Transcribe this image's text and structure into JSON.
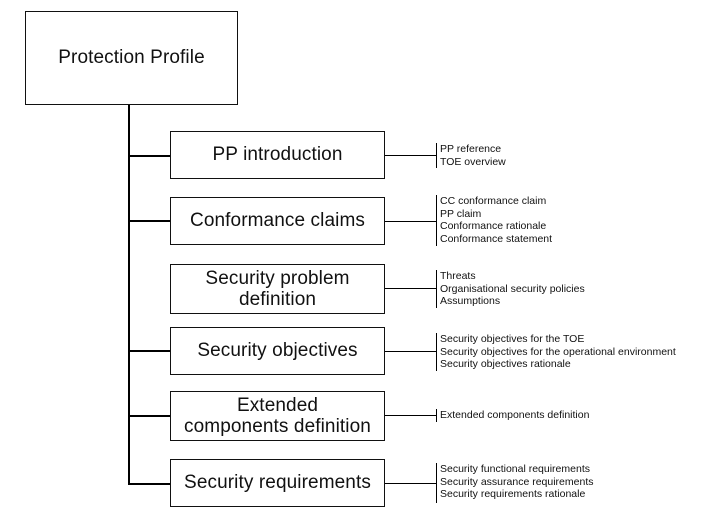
{
  "root": {
    "title": "Protection Profile"
  },
  "sections": [
    {
      "title": "PP introduction",
      "details": [
        "PP reference",
        "TOE overview"
      ]
    },
    {
      "title": "Conformance claims",
      "details": [
        "CC conformance claim",
        "PP claim",
        "Conformance rationale",
        "Conformance statement"
      ]
    },
    {
      "title": "Security problem\ndefinition",
      "details": [
        "Threats",
        "Organisational security policies",
        "Assumptions"
      ]
    },
    {
      "title": "Security objectives",
      "details": [
        "Security objectives for the TOE",
        "Security objectives for the operational environment",
        "Security objectives rationale"
      ]
    },
    {
      "title": "Extended\ncomponents definition",
      "details": [
        "Extended components definition"
      ]
    },
    {
      "title": "Security requirements",
      "details": [
        "Security functional requirements",
        "Security assurance requirements",
        "Security requirements rationale"
      ]
    }
  ],
  "colors": {
    "line": "#000000",
    "text": "#111111",
    "background": "#ffffff"
  }
}
